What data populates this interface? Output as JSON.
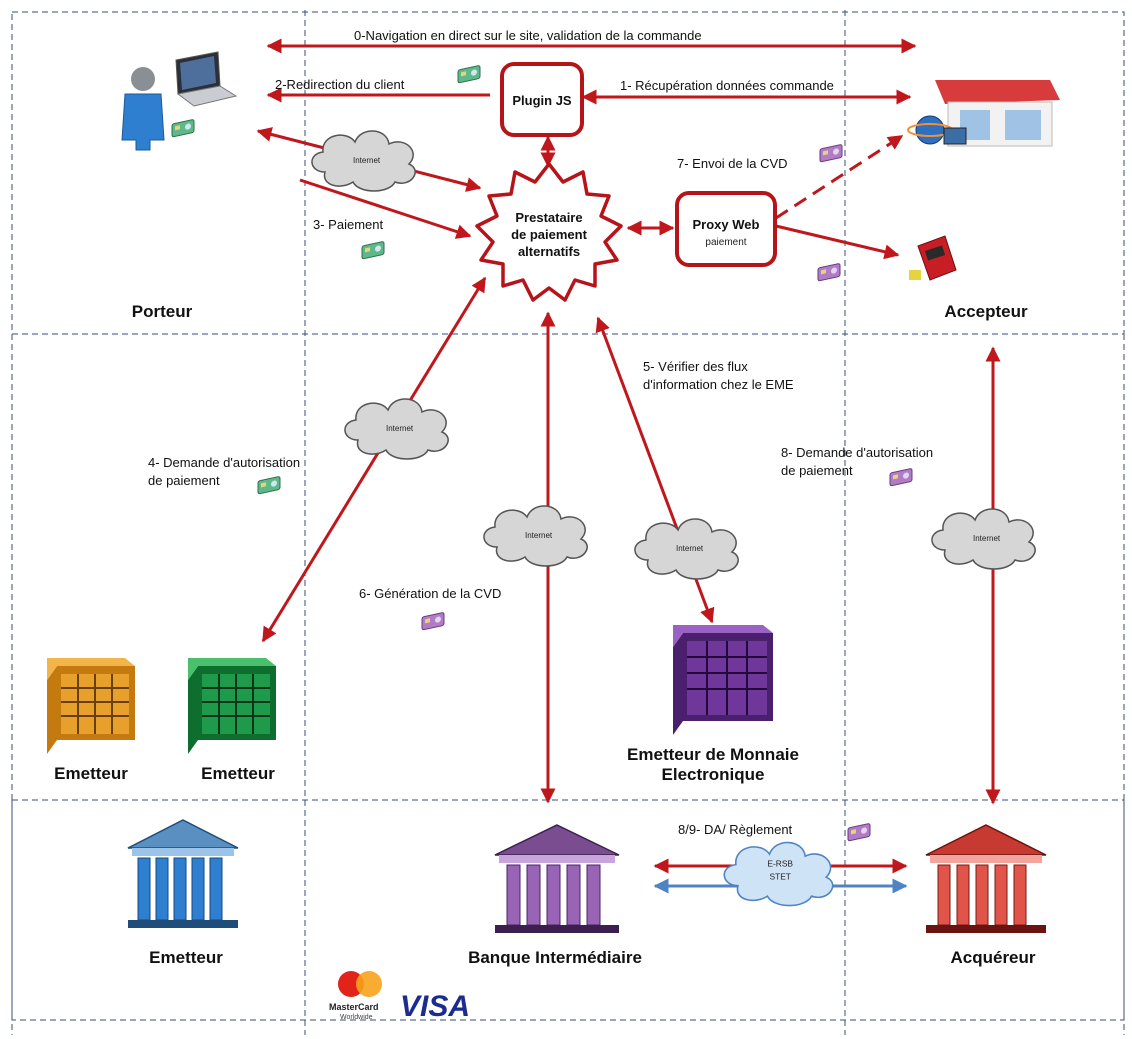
{
  "colors": {
    "arrow": "#c0171c",
    "blue_arrow": "#4f84c4",
    "dashed_grid": "#3a4f78",
    "card_green": "#5fb88a",
    "card_purple": "#b07cc6"
  },
  "flows": {
    "f0": "0-Navigation en direct sur le site, validation de la commande",
    "f1": "1- Récupération données commande",
    "f2": "2-Redirection du client",
    "f3": "3- Paiement",
    "f4a": "4- Demande d'autorisation",
    "f4b": "de paiement",
    "f5a": "5- Vérifier des flux",
    "f5b": "d'information chez le EME",
    "f6": "6- Génération de la CVD",
    "f7": "7- Envoi de la CVD",
    "f8a": "8- Demande d'autorisation",
    "f8b": "de paiement",
    "f89": "8/9- DA/ Règlement"
  },
  "boxes": {
    "plugin": "Plugin JS",
    "proxy_title": "Proxy Web",
    "proxy_sub": "paiement",
    "psp_l1": "Prestataire",
    "psp_l2": "de paiement",
    "psp_l3": "alternatifs"
  },
  "clouds": {
    "internet": "Internet",
    "ersb_l1": "E-RSB",
    "ersb_l2": "STET"
  },
  "actors": {
    "porteur": "Porteur",
    "accepteur": "Accepteur",
    "emetteur": "Emetteur",
    "eme_l1": "Emetteur de Monnaie",
    "eme_l2": "Electronique",
    "banque": "Banque Intermédiaire",
    "acquereur": "Acquéreur"
  },
  "logos": {
    "mastercard_l1": "MasterCard",
    "mastercard_l2": "Worldwide",
    "visa": "VISA"
  },
  "icons": [
    "person-icon",
    "laptop-icon",
    "card-icon",
    "shop-icon",
    "payment-terminal-icon",
    "office-building-icon",
    "bank-icon",
    "cloud-icon",
    "gear-icon"
  ]
}
